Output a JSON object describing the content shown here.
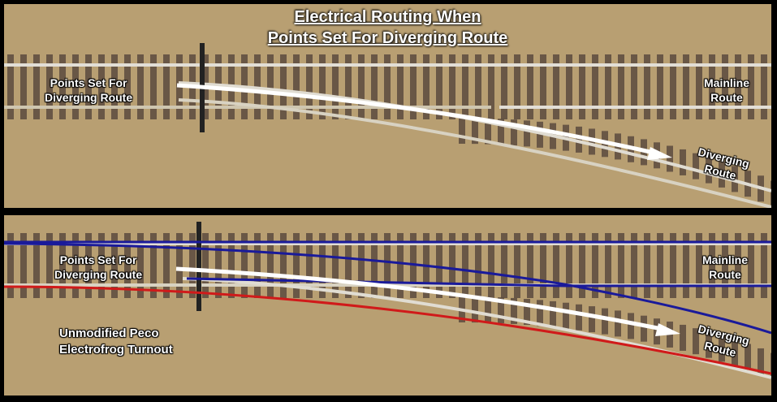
{
  "title": {
    "line1": "Electrical Routing When",
    "line2": "Points Set For Diverging Route"
  },
  "top_panel": {
    "points_label_1": "Points Set For",
    "points_label_2": "Diverging Route",
    "mainline_1": "Mainline",
    "mainline_2": "Route",
    "diverging_1": "Diverging",
    "diverging_2": "Route"
  },
  "bottom_panel": {
    "points_label_1": "Points Set For",
    "points_label_2": "Diverging Route",
    "mainline_1": "Mainline",
    "mainline_2": "Route",
    "diverging_1": "Diverging",
    "diverging_2": "Route",
    "turnout_1": "Unmodified Peco",
    "turnout_2": "Electrofrog Turnout"
  },
  "colors": {
    "background": "#b89f72",
    "frame": "#000000",
    "sleeper": "#5a4a3e",
    "rail": "#d8d4cc",
    "arrow": "#ffffff",
    "wire_blue": "#1a1a9a",
    "wire_red": "#d01a1a"
  }
}
